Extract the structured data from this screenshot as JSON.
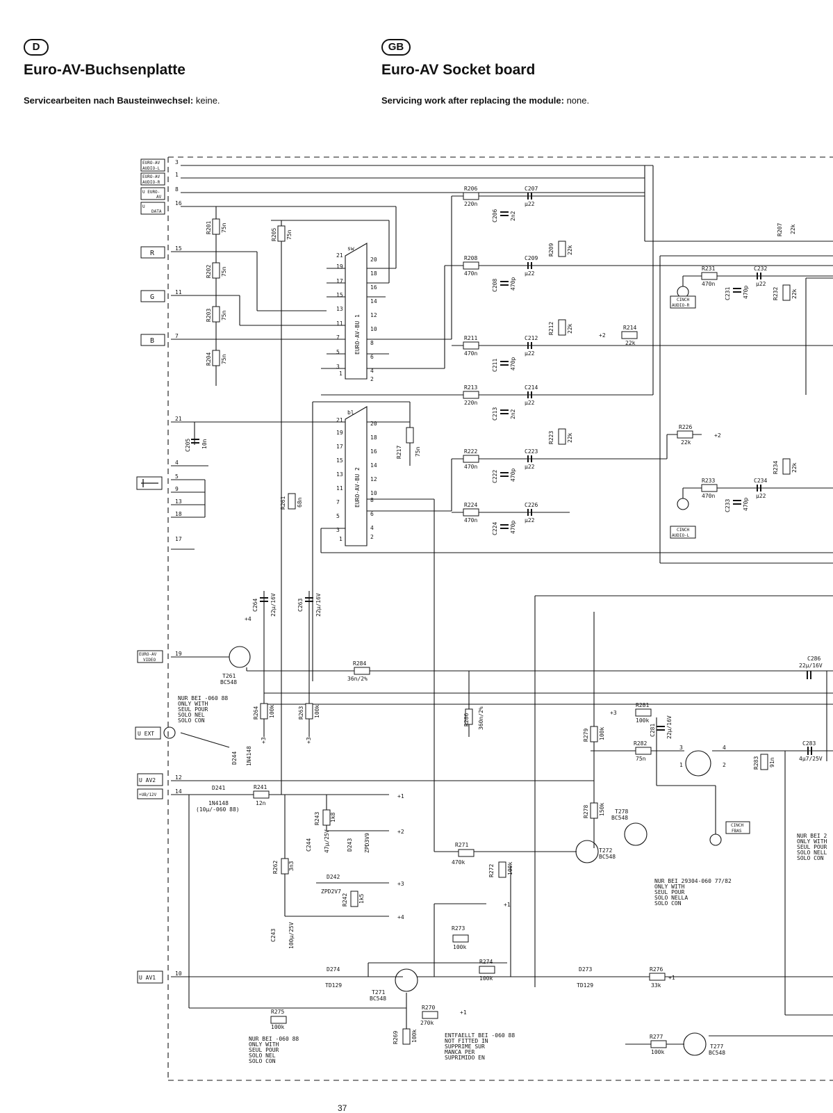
{
  "header": {
    "de": {
      "lang": "D",
      "title": "Euro-AV-Buchsenplatte",
      "service_label": "Servicearbeiten nach Bausteinwechsel:",
      "service_value": "keine."
    },
    "gb": {
      "lang": "GB",
      "title": "Euro-AV Socket board",
      "service_label": "Servicing work after replacing the module:",
      "service_value": "none."
    }
  },
  "page_number": "37",
  "connector_labels": {
    "audio_l": [
      "EURO-AV",
      "AUDIO-L"
    ],
    "audio_r": [
      "EURO-AV",
      "AUDIO-R"
    ],
    "u_euro": [
      "U EURO-",
      "AV"
    ],
    "u_data": [
      "U",
      "DATA"
    ],
    "r": "R",
    "g": "G",
    "b": "B",
    "video": [
      "EURO-AV",
      "VIDEO"
    ],
    "u_ext": "U EXT",
    "u_av2": "U AV2",
    "ub12": "+UB/12V",
    "u_av1": "U AV1",
    "cinch_r": [
      "CINCH",
      "AUDIO-R"
    ],
    "cinch_l": [
      "CINCH",
      "AUDIO-L"
    ],
    "cinch_fbas": [
      "CINCH",
      "FBAS"
    ]
  },
  "ic_labels": {
    "ic1": "EURO-AV-BU 1",
    "ic2": "EURO-AV-BU 2",
    "ic1_mark": "sw",
    "ic2_mark": "bl"
  },
  "components": {
    "R201": "75n",
    "R202": "75n",
    "R203": "75n",
    "R204": "75n",
    "R205": "75n",
    "R206": "220n",
    "C206": "2n2",
    "C207": "µ22",
    "R208": "470n",
    "C208": "470p",
    "C209": "µ22",
    "R209": "22k",
    "R211": "470n",
    "C211": "470p",
    "C212": "µ22",
    "R212": "22k",
    "R213": "220n",
    "C213": "2n2",
    "C214": "µ22",
    "R214": "22k",
    "R217": "75n",
    "R222": "470n",
    "C222": "470p",
    "C223": "µ22",
    "R223": "22k",
    "R224": "470n",
    "C224": "470p",
    "C226": "µ22",
    "R226": "22k",
    "C205": "10n",
    "R231": "470n",
    "C231": "470p",
    "C232": "µ22",
    "R232": "22k",
    "R233": "470n",
    "C233": "470p",
    "C234": "µ22",
    "R234": "22k",
    "R207": "22k",
    "R261": "68n",
    "C264": "22µ/16V",
    "C263": "22µ/16V",
    "T261": "BC548",
    "R284": "36n/2%",
    "R286": "360n/2%",
    "R264": "100k",
    "R263": "100k",
    "C286": "22µ/16V",
    "R281": "100k",
    "C281": "22µ/16V",
    "R279": "100k",
    "R282": "75n",
    "R283": "91n",
    "C283": "4µ7/25V",
    "D244": "1N4148",
    "D241": "1N4148",
    "D241_note": "(10µ/-060 88)",
    "R241": "12n",
    "R243": "1k8",
    "C244": "47µ/25V",
    "D243": "ZPD3V9",
    "R262": "3n3",
    "D242": "ZPD2V7",
    "R242": "1k5",
    "C243": "100µ/25V",
    "R278": "150k",
    "T278": "BC548",
    "T272": "BC548",
    "R271": "470k",
    "R272": "100k",
    "R273": "100k",
    "R274": "100k",
    "D274": "TD129",
    "T271": "BC548",
    "D273": "TD129",
    "R276": "33k",
    "R275": "100k",
    "R270": "270k",
    "R269": "100k",
    "R277": "100k",
    "T277": "BC548"
  },
  "notes": {
    "only_060_88": [
      "NUR BEI -060 88",
      "ONLY WITH",
      "SEUL POUR",
      "SOLO NEL",
      "SOLO CON"
    ],
    "only_29304": [
      "NUR BEI 29304-060 77/82",
      "ONLY WITH",
      "SEUL POUR",
      "SOLO NELLA",
      "SOLO CON"
    ],
    "not_fitted": [
      "ENTFAELLT BEI -060 88",
      "NOT FITTED IN",
      "SUPPRIME SUR",
      "MANCA PER",
      "SUPRIMIDO EN"
    ],
    "right_cut": [
      "NUR BEI 2",
      "ONLY WITH",
      "SEUL POUR",
      "SOLO NELL",
      "SOLO CON"
    ]
  },
  "supply_marks": [
    "+1",
    "+2",
    "+3",
    "+4"
  ]
}
